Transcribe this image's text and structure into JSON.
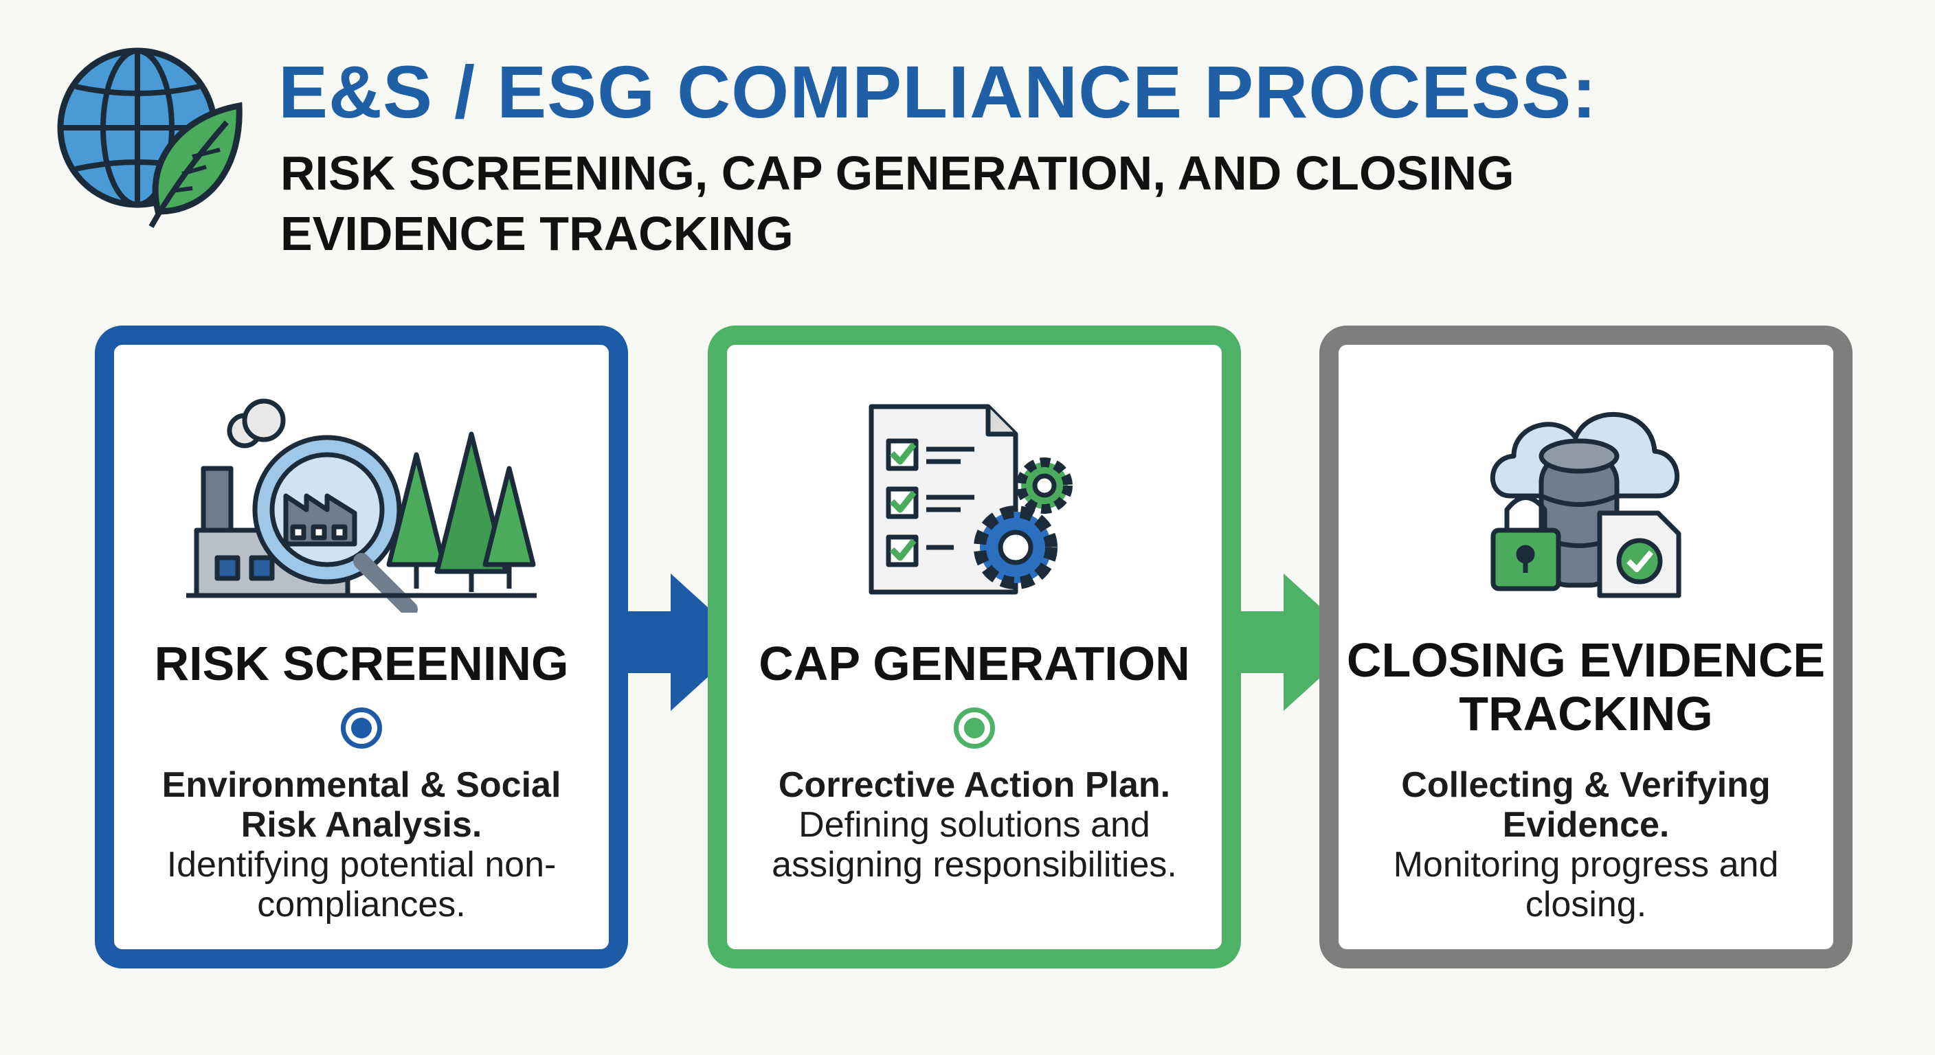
{
  "header": {
    "title": "E&S / ESG COMPLIANCE PROCESS:",
    "subtitle": "RISK SCREENING, CAP GENERATION, AND CLOSING EVIDENCE TRACKING",
    "logo_icon": "globe-leaf-icon"
  },
  "steps": [
    {
      "title": "RISK SCREENING",
      "bold_text": "Environmental & Social Risk Analysis.",
      "text": "Identifying potential non-compliances.",
      "icon": "factory-magnifier-trees-icon",
      "color": "#1d5ba6"
    },
    {
      "title": "CAP GENERATION",
      "bold_text": "Corrective Action Plan.",
      "text": "Defining solutions and assigning responsibilities.",
      "icon": "checklist-gears-icon",
      "color": "#4db266"
    },
    {
      "title": "CLOSING EVIDENCE TRACKING",
      "bold_text": "Collecting & Verifying Evidence.",
      "text": "Monitoring progress and closing.",
      "icon": "cloud-database-lock-icon",
      "color": "#7e7e7e"
    }
  ]
}
